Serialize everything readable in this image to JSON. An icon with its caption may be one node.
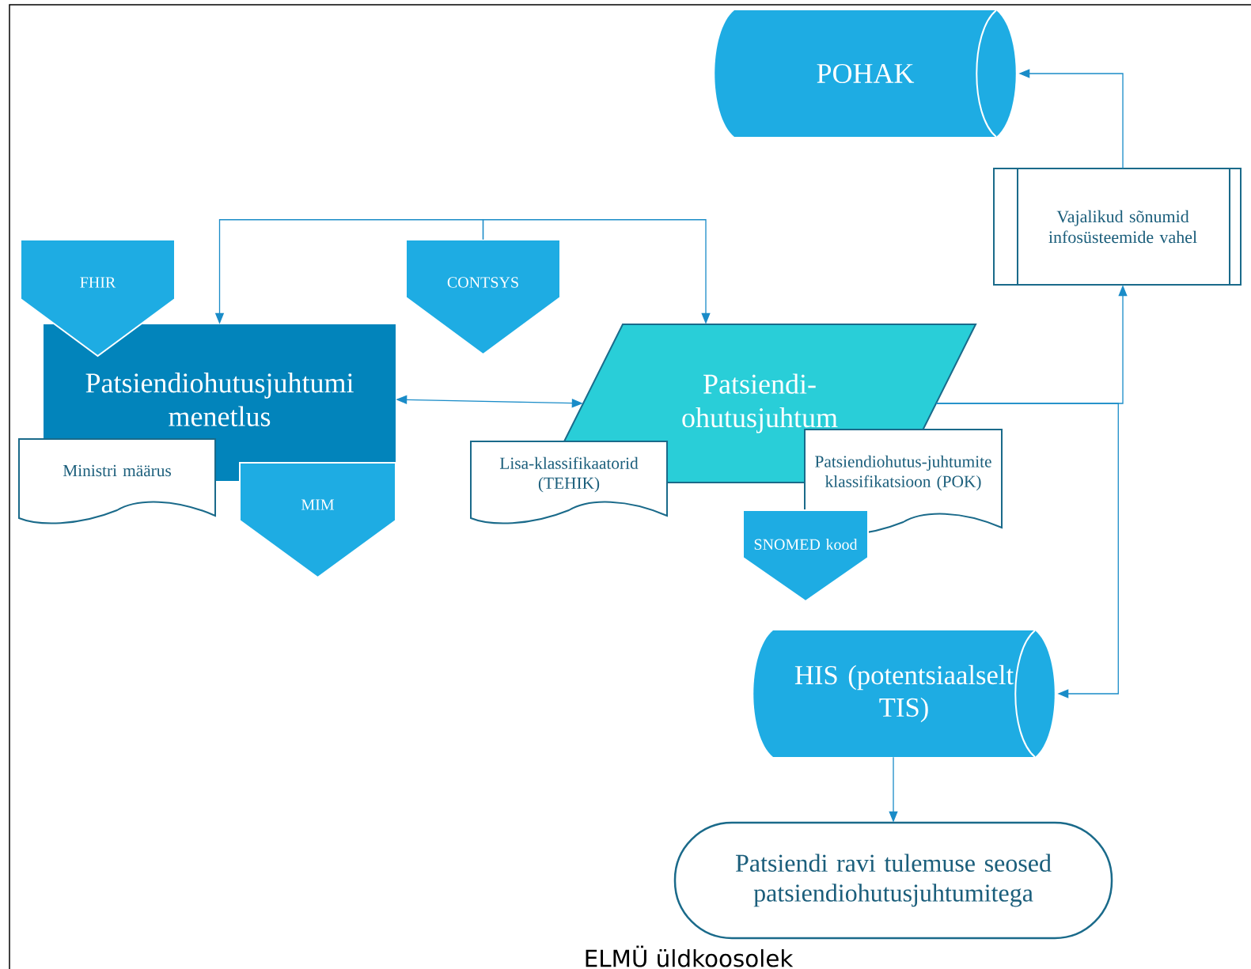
{
  "diagram": {
    "nodes": [
      {
        "text": [
          "POHAK"
        ]
      },
      {
        "text": [
          "Vajalikud sõnumid infosüsteemide vahel"
        ]
      },
      {
        "text": [
          "FHIR"
        ]
      },
      {
        "text": [
          "CONTSYS"
        ]
      },
      {
        "text": [
          "Patsiendiohutusjuhtumi menetlus"
        ]
      },
      {
        "text": [
          "Patsiendi-ohutusjuhtum"
        ]
      },
      {
        "text": [
          "Ministri määrus"
        ]
      },
      {
        "text": [
          "MIM"
        ]
      },
      {
        "text": [
          "Lisa-klassifikaatorid (TEHIK)"
        ]
      },
      {
        "text": [
          "Patsiendiohutus-juhtumite klassifikatsioon (POK)"
        ]
      },
      {
        "text": [
          "SNOMED kood"
        ]
      },
      {
        "text": [
          "HIS (potentsiaalselt TIS)"
        ]
      },
      {
        "text": [
          "Patsiendi ravi tulemuse seosed patsiendiohutusjuhtumitega"
        ]
      }
    ],
    "edges": [
      {
        "from": 3,
        "to": 4,
        "arrow": "to"
      },
      {
        "from": 3,
        "to": 5,
        "arrow": "to"
      },
      {
        "from": 4,
        "to": 5,
        "arrow": "both"
      },
      {
        "from": 5,
        "to": 1,
        "arrow": "to"
      },
      {
        "from": 5,
        "to": 11,
        "arrow": "to"
      },
      {
        "from": 1,
        "to": 0,
        "arrow": "to"
      },
      {
        "from": 11,
        "to": 12,
        "arrow": "to"
      }
    ],
    "labels": [
      "ELMÜ üldkoosolek"
    ]
  }
}
